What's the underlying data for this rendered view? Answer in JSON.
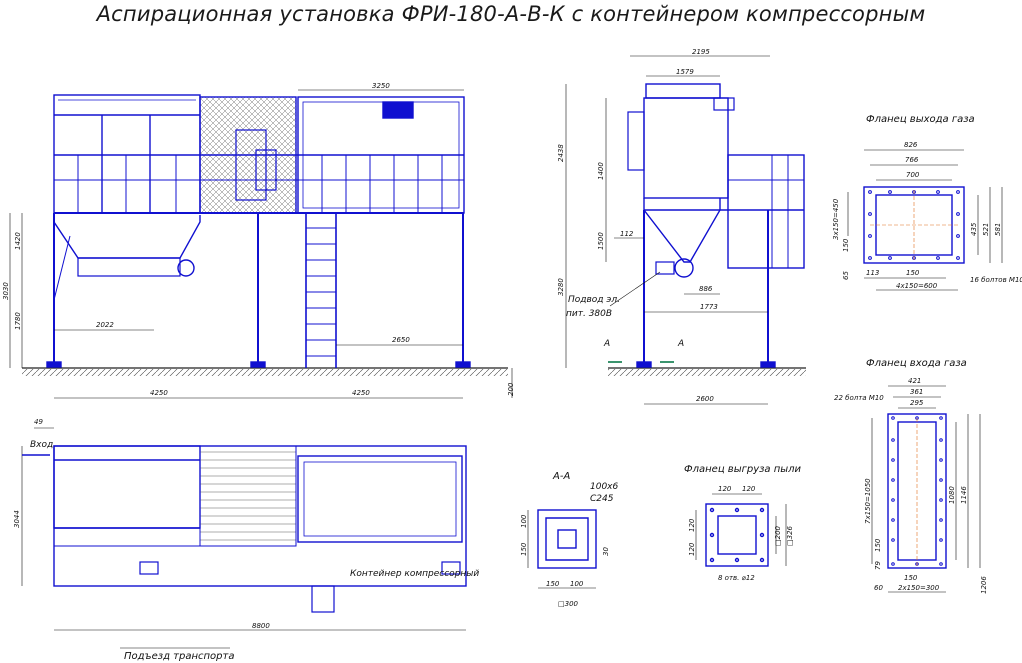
{
  "title": "Аспирационная установка ФРИ-180-А-В-К с контейнером компрессорным",
  "colors": {
    "structure": "#1010d0",
    "dimension": "#111111",
    "ground": "#333333",
    "accent": "#0a7a4a"
  },
  "views": {
    "front": {
      "dims": {
        "w1": "3250",
        "h_total": "3030",
        "h1": "1420",
        "h2": "1780",
        "span1": "2022",
        "span2": "2650",
        "base_left": "4250",
        "base_right": "4250",
        "ground_offset": "200"
      }
    },
    "side": {
      "dims": {
        "top_outer": "2195",
        "top_inner": "1579",
        "h_total": "2438",
        "h_mid": "1400",
        "h_lower": "1500",
        "h_all": "3280",
        "small": "112",
        "d1": "886",
        "d2": "1773",
        "base": "2600"
      },
      "section_marks": [
        "А",
        "А"
      ],
      "power_label_1": "Подвод эл.",
      "power_label_2": "пит. 380В"
    },
    "plan": {
      "dims": {
        "offset": "49",
        "height": "3044",
        "length": "8800"
      },
      "inlet_label": "Вход",
      "container_label": "Контейнер компрессорный",
      "access_label": "Подъезд транспорта"
    },
    "section_aa": {
      "label": "А-А",
      "profile": "100х6",
      "steel": "С245",
      "dims": {
        "a": "100",
        "b": "150",
        "c": "150",
        "d": "100",
        "e": "30",
        "sq": "□300"
      }
    },
    "flange_dust": {
      "label": "Фланец выгруза пыли",
      "dims": {
        "t1": "120",
        "t2": "120",
        "l1": "120",
        "l2": "120",
        "r1": "□200",
        "r2": "□326"
      },
      "holes": "8 отв. ⌀12"
    },
    "flange_out": {
      "label": "Фланец выхода газа",
      "dims": {
        "w1": "826",
        "w2": "766",
        "w3": "700",
        "l1": "3х150=450",
        "l2": "150",
        "l3": "65",
        "r1": "435",
        "r2": "521",
        "r3": "581",
        "b1": "113",
        "b2": "150",
        "b3": "4х150=600"
      },
      "bolts": "16 болтов М10"
    },
    "flange_in": {
      "label": "Фланец входа газа",
      "dims": {
        "w1": "421",
        "w2": "361",
        "w3": "295",
        "l1": "7х150=1050",
        "l2": "150",
        "l3": "79",
        "l4": "60",
        "r1": "1080",
        "r2": "1146",
        "r3": "1206",
        "b1": "150",
        "b2": "2х150=300"
      },
      "bolts": "22 болта М10"
    }
  }
}
